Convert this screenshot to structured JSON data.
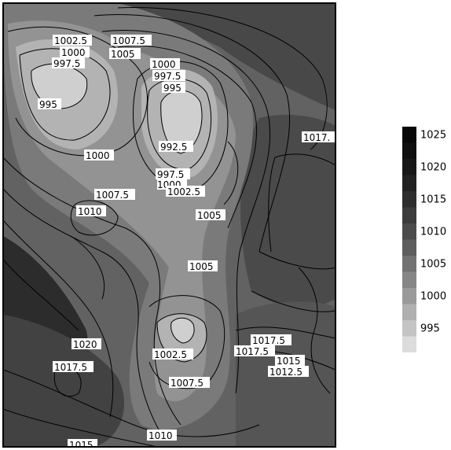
{
  "map": {
    "type": "contour-map",
    "variable_units": "pressure levels",
    "contour_interval": 2.5,
    "filled_levels_interval": 5,
    "contour_labels": [
      {
        "text": "1002.5"
      },
      {
        "text": "1000"
      },
      {
        "text": "997.5"
      },
      {
        "text": "1007.5"
      },
      {
        "text": "1005"
      },
      {
        "text": "995"
      },
      {
        "text": "1000"
      },
      {
        "text": "997.5"
      },
      {
        "text": "995"
      },
      {
        "text": "992.5"
      },
      {
        "text": "1000"
      },
      {
        "text": "997.5"
      },
      {
        "text": "1000"
      },
      {
        "text": "1002.5"
      },
      {
        "text": "1007.5"
      },
      {
        "text": "1010"
      },
      {
        "text": "1005"
      },
      {
        "text": "1005"
      },
      {
        "text": "1017."
      },
      {
        "text": "1020"
      },
      {
        "text": "1017.5"
      },
      {
        "text": "1002.5"
      },
      {
        "text": "1017.5"
      },
      {
        "text": "1017.5"
      },
      {
        "text": "1015"
      },
      {
        "text": "1012.5"
      },
      {
        "text": "1007.5"
      },
      {
        "text": "1010"
      },
      {
        "text": "1015"
      }
    ]
  },
  "legend": {
    "levels": [
      {
        "label": "",
        "color": "#dcdcdc"
      },
      {
        "label": "995",
        "color": "#c4c4c4"
      },
      {
        "label": "",
        "color": "#b0b0b0"
      },
      {
        "label": "1000",
        "color": "#9a9a9a"
      },
      {
        "label": "",
        "color": "#868686"
      },
      {
        "label": "1005",
        "color": "#727272"
      },
      {
        "label": "",
        "color": "#5e5e5e"
      },
      {
        "label": "1010",
        "color": "#4c4c4c"
      },
      {
        "label": "",
        "color": "#3c3c3c"
      },
      {
        "label": "1015",
        "color": "#2e2e2e"
      },
      {
        "label": "",
        "color": "#222222"
      },
      {
        "label": "1020",
        "color": "#181818"
      },
      {
        "label": "",
        "color": "#101010"
      },
      {
        "label": "1025",
        "color": "#080808"
      }
    ]
  }
}
